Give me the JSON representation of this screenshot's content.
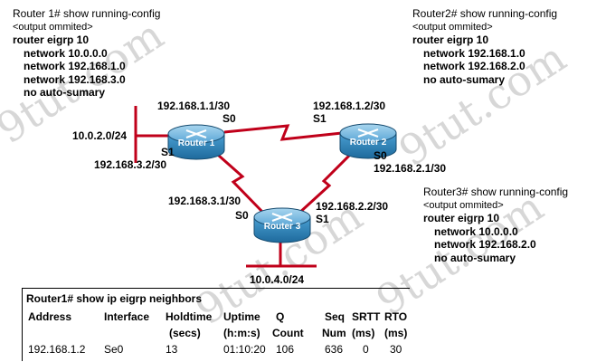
{
  "router1_config": {
    "command": "Router 1# show running-config",
    "lines": [
      "<output ommited>",
      "router eigrp 10",
      "network 10.0.0.0",
      "network 192.168.1.0",
      "network 192.168.3.0",
      "no auto-sumary"
    ]
  },
  "router2_config": {
    "command": "Router2# show running-config",
    "lines": [
      "<output ommited>",
      "router eigrp 10",
      "network 192.168.1.0",
      "network 192.168.2.0",
      "no auto-sumary"
    ]
  },
  "router3_config": {
    "command": "Router3# show running-config",
    "lines": [
      "<output ommited>",
      "router eigrp 10",
      "network 10.0.0.0",
      "network 192.168.2.0",
      "no auto-sumary"
    ]
  },
  "routers": {
    "r1": "Router 1",
    "r2": "Router 2",
    "r3": "Router 3"
  },
  "labels": {
    "r1_s0_ip": "192.168.1.1/30",
    "r1_s0": "S0",
    "r2_s1_ip": "192.168.1.2/30",
    "r2_s1": "S1",
    "r1_lan": "10.0.2.0/24",
    "r1_s1": "S1",
    "r1_s1_ip": "192.168.3.2/30",
    "r2_s0": "S0",
    "r2_s0_ip": "192.168.2.1/30",
    "r3_s0_ip": "192.168.3.1/30",
    "r3_s0": "S0",
    "r3_s1_ip": "192.168.2.2/30",
    "r3_s1": "S1",
    "r3_lan": "10.0.4.0/24"
  },
  "neighbors_table": {
    "command": "Router1# show ip eigrp neighbors",
    "headers_row1": [
      "Address",
      "Interface",
      "Holdtime",
      "Uptime",
      "Q",
      "Seq",
      "SRTT",
      "RTO"
    ],
    "headers_row2": [
      "(secs)",
      "(h:m:s)",
      "Count",
      "Num",
      "(ms)",
      "(ms)"
    ],
    "row": [
      "192.168.1.2",
      "Se0",
      "13",
      "01:10:20",
      "106",
      "636",
      "0",
      "30"
    ]
  },
  "watermark": "9tut.com",
  "colors": {
    "link": "#c0001a",
    "router_body": "#2b7fb7",
    "router_top": "#7ab8dc"
  }
}
